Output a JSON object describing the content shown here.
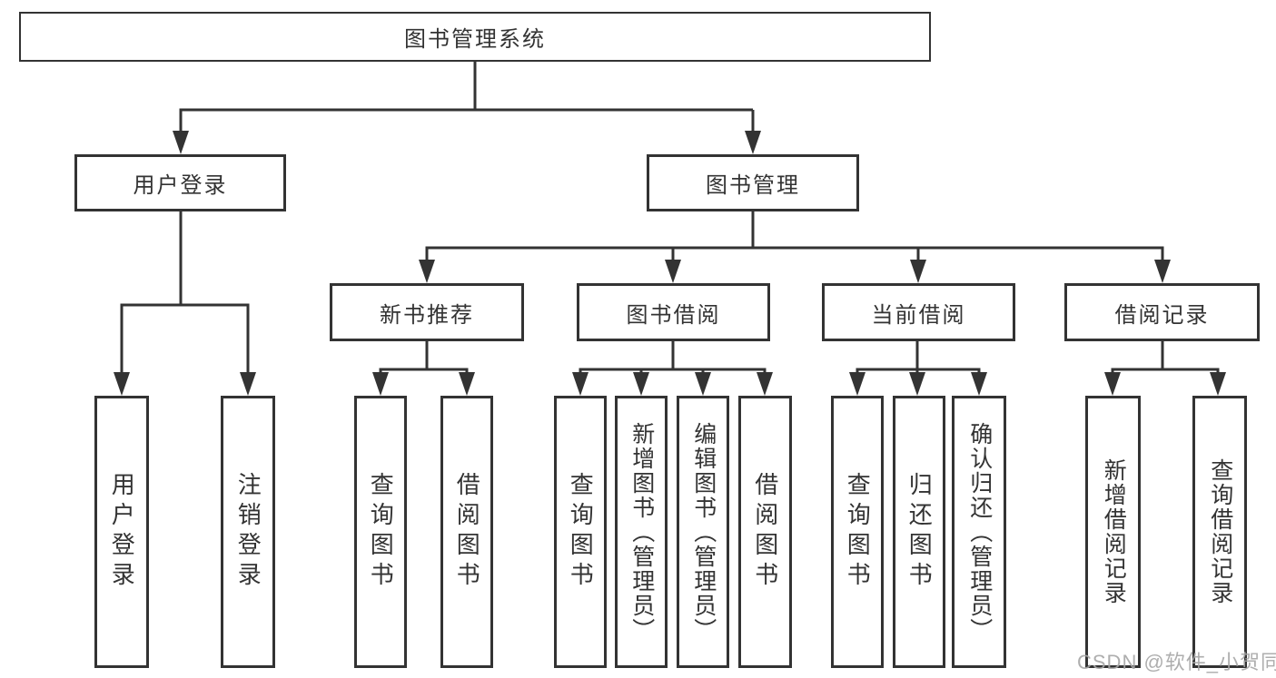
{
  "tree": {
    "label": "图书管理系统",
    "children": [
      {
        "label": "用户登录",
        "children": [
          {
            "label": "用户登录"
          },
          {
            "label": "注销登录"
          }
        ]
      },
      {
        "label": "图书管理",
        "children": [
          {
            "label": "新书推荐",
            "children": [
              {
                "label": "查询图书"
              },
              {
                "label": "借阅图书"
              }
            ]
          },
          {
            "label": "图书借阅",
            "children": [
              {
                "label": "查询图书"
              },
              {
                "label": "新增图书（管理员）"
              },
              {
                "label": "编辑图书（管理员）"
              },
              {
                "label": "借阅图书"
              }
            ]
          },
          {
            "label": "当前借阅",
            "children": [
              {
                "label": "查询图书"
              },
              {
                "label": "归还图书"
              },
              {
                "label": "确认归还（管理员）"
              }
            ]
          },
          {
            "label": "借阅记录",
            "children": [
              {
                "label": "新增借阅记录"
              },
              {
                "label": "查询借阅记录"
              }
            ]
          }
        ]
      }
    ]
  },
  "watermark": {
    "text": "CSDN @软件_小贺同学"
  },
  "colors": {
    "line": "#333333",
    "box_border": "#333333",
    "text": "#333333",
    "background": "#ffffff",
    "watermark": "#a5a5a5"
  }
}
